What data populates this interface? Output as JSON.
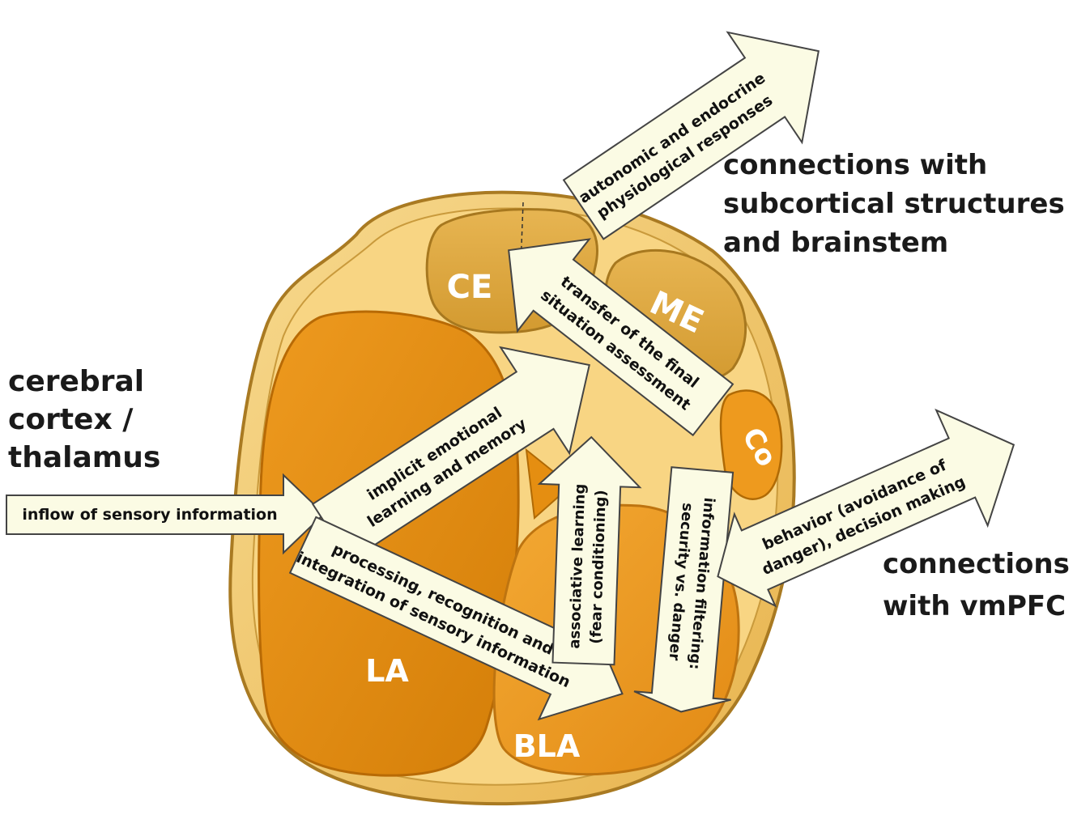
{
  "external_labels": {
    "cortex": [
      "cerebral",
      "cortex /",
      "thalamus"
    ],
    "subcortical": [
      "connections with",
      "subcortical structures",
      "and brainstem"
    ],
    "vmpfc": [
      "connections",
      "with vmPFC"
    ]
  },
  "nuclei": {
    "ce": "CE",
    "me": "ME",
    "co": "Co",
    "la": "LA",
    "bla": "BLA"
  },
  "arrows": {
    "inflow": "inflow of sensory information",
    "implicit": [
      "implicit emotional",
      "learning and memory"
    ],
    "processing": [
      "processing, recognition and",
      "integration of sensory information"
    ],
    "associative": [
      "associative learning",
      "(fear conditioning)"
    ],
    "filtering": [
      "information filtering:",
      "security vs. danger"
    ],
    "transfer": [
      "transfer of the final",
      "situation assessment"
    ],
    "autonomic": [
      "autonomic and endocrine",
      "physiological responses"
    ],
    "behavior": [
      "behavior (avoidance of",
      "danger), decision making"
    ]
  },
  "colors": {
    "capsule": "#F2C461",
    "capsule_edge": "#B8862A",
    "inner": "#F8D583",
    "la": "#E58E11",
    "bla": "#ED9A22",
    "ce": "#DDA63E",
    "co": "#EE9A1E",
    "arrow_fill": "#FBFBE4",
    "arrow_edge": "#444444"
  }
}
